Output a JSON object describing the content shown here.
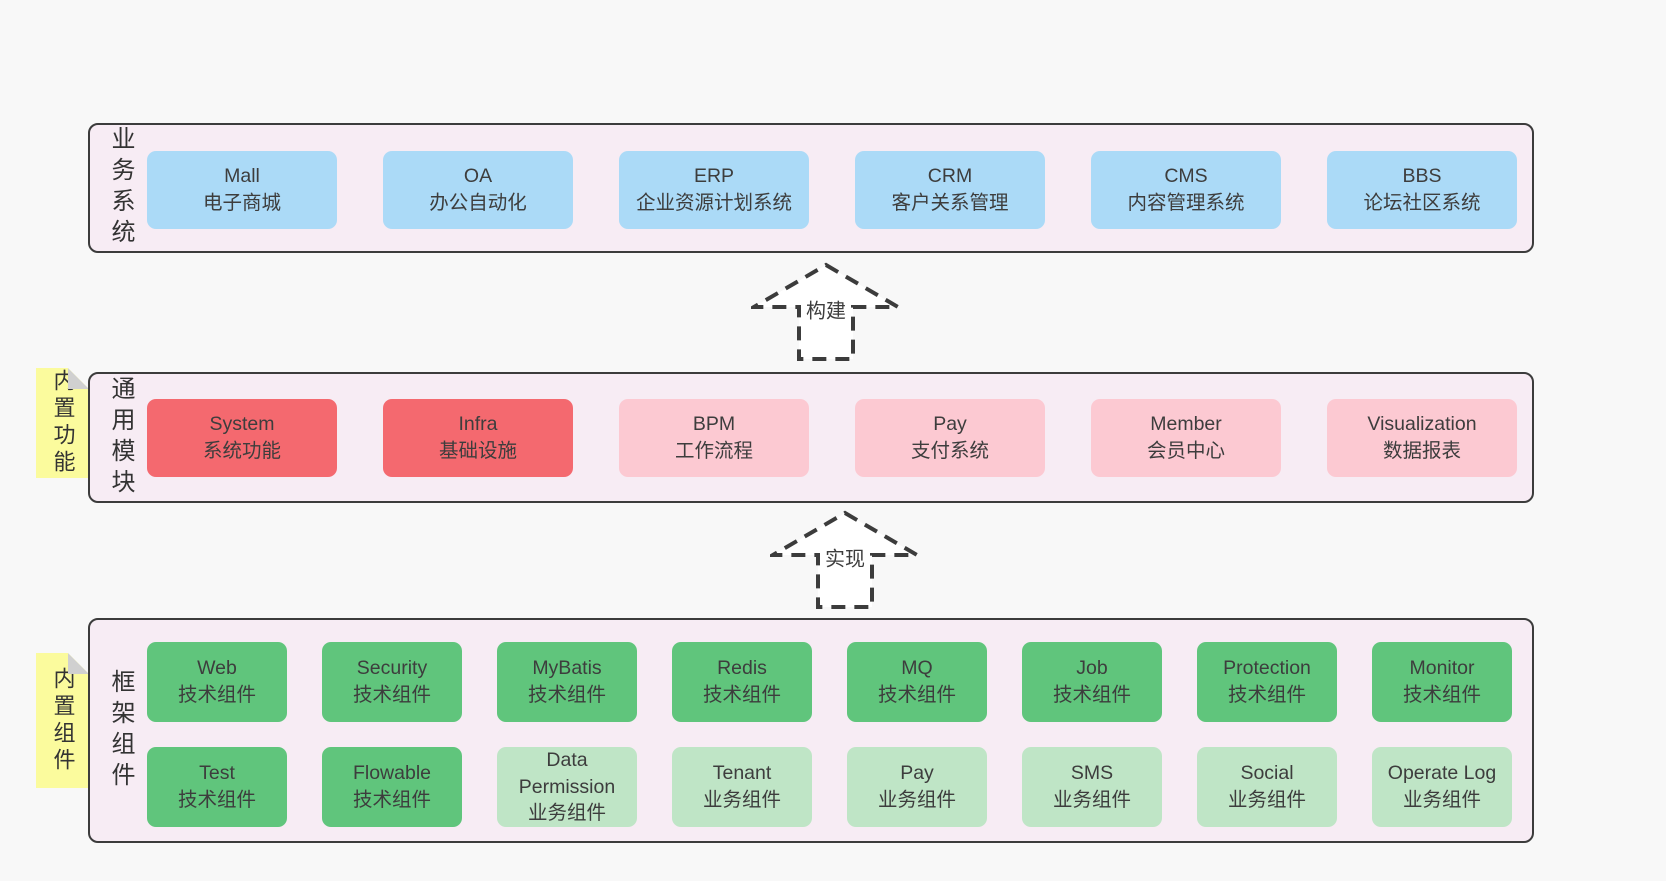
{
  "colors": {
    "bg": "#f8f8f8",
    "container_fill": "#f7ecf4",
    "container_border": "#3c3c3c",
    "text": "#3d3d3d",
    "blue": "#abdaf7",
    "red": "#f4696f",
    "pink": "#fcc9d2",
    "green": "#60c57c",
    "light_green": "#bfe5c6",
    "sticky_yellow": "#fbfb9d",
    "sticky_fold": "#d0d0d0"
  },
  "arrows": [
    {
      "label": "构建"
    },
    {
      "label": "实现"
    }
  ],
  "layers": [
    {
      "label": "业务系统",
      "rows": [
        [
          {
            "title": "Mall",
            "subtitle": "电子商城",
            "variant": "blue"
          },
          {
            "title": "OA",
            "subtitle": "办公自动化",
            "variant": "blue"
          },
          {
            "title": "ERP",
            "subtitle": "企业资源计划系统",
            "variant": "blue"
          },
          {
            "title": "CRM",
            "subtitle": "客户关系管理",
            "variant": "blue"
          },
          {
            "title": "CMS",
            "subtitle": "内容管理系统",
            "variant": "blue"
          },
          {
            "title": "BBS",
            "subtitle": "论坛社区系统",
            "variant": "blue"
          }
        ]
      ]
    },
    {
      "label": "通用模块",
      "sticky": "内置功能",
      "rows": [
        [
          {
            "title": "System",
            "subtitle": "系统功能",
            "variant": "red"
          },
          {
            "title": "Infra",
            "subtitle": "基础设施",
            "variant": "red"
          },
          {
            "title": "BPM",
            "subtitle": "工作流程",
            "variant": "pink"
          },
          {
            "title": "Pay",
            "subtitle": "支付系统",
            "variant": "pink"
          },
          {
            "title": "Member",
            "subtitle": "会员中心",
            "variant": "pink"
          },
          {
            "title": "Visualization",
            "subtitle": "数据报表",
            "variant": "pink"
          }
        ]
      ]
    },
    {
      "label": "框架组件",
      "sticky": "内置组件",
      "rows": [
        [
          {
            "title": "Web",
            "subtitle": "技术组件",
            "variant": "green"
          },
          {
            "title": "Security",
            "subtitle": "技术组件",
            "variant": "green"
          },
          {
            "title": "MyBatis",
            "subtitle": "技术组件",
            "variant": "green"
          },
          {
            "title": "Redis",
            "subtitle": "技术组件",
            "variant": "green"
          },
          {
            "title": "MQ",
            "subtitle": "技术组件",
            "variant": "green"
          },
          {
            "title": "Job",
            "subtitle": "技术组件",
            "variant": "green"
          },
          {
            "title": "Protection",
            "subtitle": "技术组件",
            "variant": "green"
          },
          {
            "title": "Monitor",
            "subtitle": "技术组件",
            "variant": "green"
          }
        ],
        [
          {
            "title": "Test",
            "subtitle": "技术组件",
            "variant": "green"
          },
          {
            "title": "Flowable",
            "subtitle": "技术组件",
            "variant": "green"
          },
          {
            "title": "Data Permission",
            "subtitle": "业务组件",
            "variant": "light_green"
          },
          {
            "title": "Tenant",
            "subtitle": "业务组件",
            "variant": "light_green"
          },
          {
            "title": "Pay",
            "subtitle": "业务组件",
            "variant": "light_green"
          },
          {
            "title": "SMS",
            "subtitle": "业务组件",
            "variant": "light_green"
          },
          {
            "title": "Social",
            "subtitle": "业务组件",
            "variant": "light_green"
          },
          {
            "title": "Operate Log",
            "subtitle": "业务组件",
            "variant": "light_green"
          }
        ]
      ]
    }
  ]
}
